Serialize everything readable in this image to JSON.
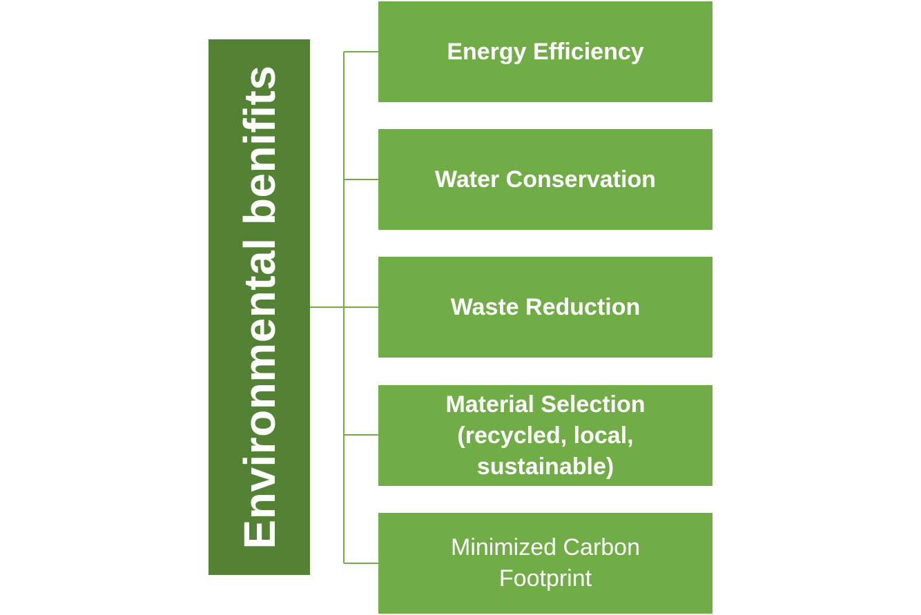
{
  "diagram": {
    "root": {
      "label": "Environmental benifits",
      "color": "#548235"
    },
    "children_color": "#70ad47",
    "connector_color": "#70ad47",
    "children": [
      {
        "label": "Energy Efficiency",
        "bold": true
      },
      {
        "label": "Water Conservation",
        "bold": true
      },
      {
        "label": "Waste Reduction",
        "bold": true
      },
      {
        "label": "Material Selection\n(recycled, local,\nsustainable)",
        "bold": true
      },
      {
        "label": "Minimized Carbon\nFootprint",
        "bold": false
      }
    ]
  }
}
